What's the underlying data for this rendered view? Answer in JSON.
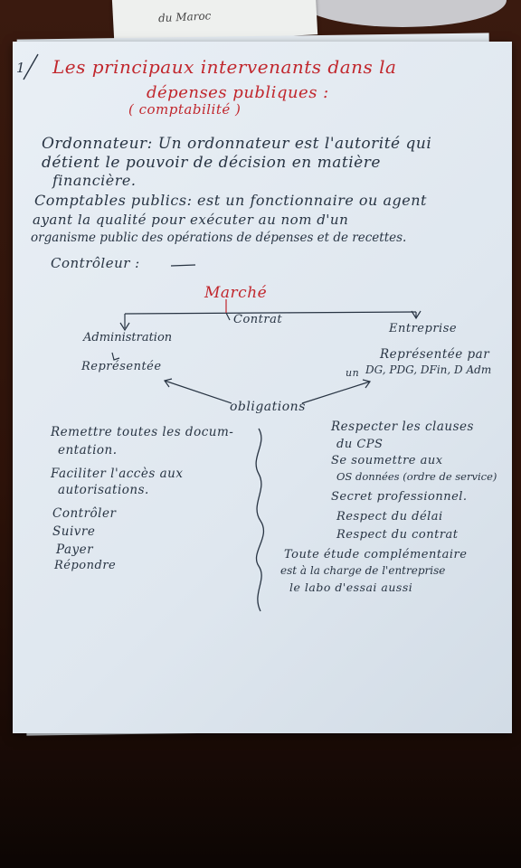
{
  "note": "du Maroc",
  "section_number": "1",
  "title": {
    "line1": "Les principaux intervenants dans la",
    "line2": "dépenses publiques :",
    "line3": "( comptabilité )"
  },
  "definitions": [
    {
      "lines": [
        "Ordonnateur: Un ordonnateur est l'autorité qui",
        "détient le pouvoir de décision en matière",
        "financière."
      ]
    },
    {
      "lines": [
        "Comptables publics: est un fonctionnaire ou agent",
        "ayant la qualité pour exécuter au nom d'un",
        "organisme public des opérations de dépenses et de recettes."
      ]
    },
    {
      "lines": [
        "Contrôleur :"
      ]
    }
  ],
  "diagram": {
    "root": "Marché",
    "center": "Contrat",
    "left_node": "Administration",
    "left_sub": "Représentée",
    "right_node": "Entreprise",
    "right_sub_line1": "Représentée par",
    "right_sub_prefix": "un",
    "right_sub_line2": "DG, PDG, DFin, D Adm",
    "obligations": "obligations"
  },
  "left_list": [
    [
      "Remettre toutes les docum-",
      "entation."
    ],
    [
      "Faciliter l'accès aux",
      "autorisations."
    ],
    [
      "Contrôler"
    ],
    [
      "Suivre"
    ],
    [
      "Payer"
    ],
    [
      "Répondre"
    ]
  ],
  "right_list": [
    [
      "Respecter les clauses",
      "du CPS"
    ],
    [
      "Se soumettre aux",
      "OS données (ordre de service)"
    ],
    [
      "Secret professionnel."
    ],
    [
      "Respect du délai"
    ],
    [
      "Respect du contrat"
    ]
  ],
  "right_note": [
    "Toute étude complémentaire",
    "est à la charge de l'entreprise",
    "le labo d'essai aussi"
  ]
}
